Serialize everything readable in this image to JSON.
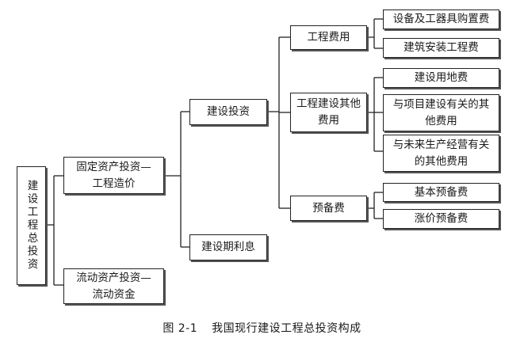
{
  "diagram": {
    "root": "建设工程总投资",
    "level1": {
      "fixed": {
        "line1": "固定资产投资—",
        "line2": "工程造价"
      },
      "current": {
        "line1": "流动资产投资—",
        "line2": "流动资金"
      }
    },
    "level2": {
      "construction": "建设投资",
      "interest": "建设期利息"
    },
    "level3": {
      "engineering": "工程费用",
      "other": {
        "line1": "工程建设其他",
        "line2": "费用"
      },
      "reserve": "预备费"
    },
    "level4": {
      "equipment": "设备及工器具购置费",
      "building": "建筑安装工程费",
      "land": "建设用地费",
      "project_related": {
        "line1": "与项目建设有关的其",
        "line2": "他费用"
      },
      "future_production": {
        "line1": "与未来生产经营有关",
        "line2": "的其他费用"
      },
      "basic_reserve": "基本预备费",
      "price_reserve": "涨价预备费"
    }
  },
  "caption": {
    "figure_no": "图 2-1",
    "title": "我国现行建设工程总投资构成"
  }
}
